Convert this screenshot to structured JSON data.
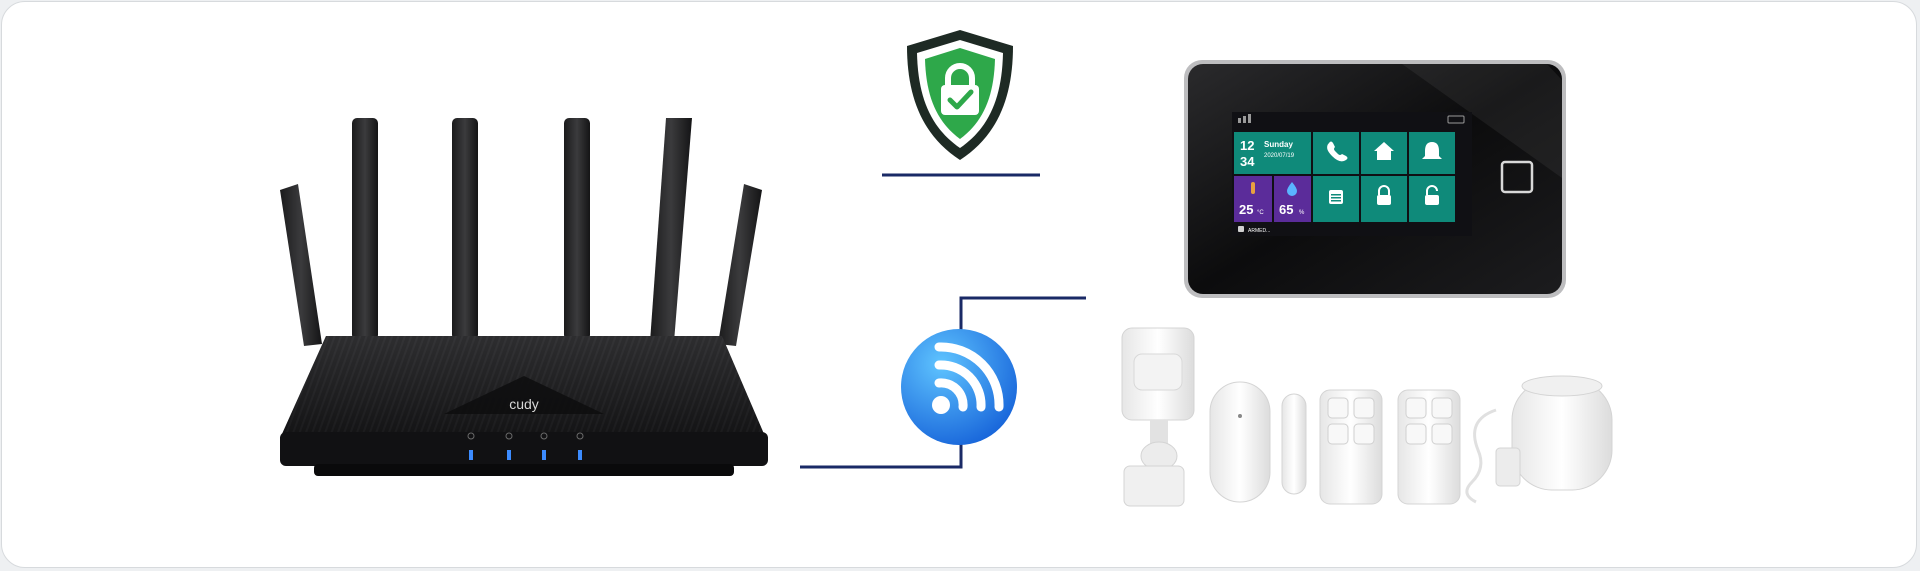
{
  "router": {
    "brand": "cudy"
  },
  "alarm_panel": {
    "time_hour": "12",
    "time_minute": "34",
    "day": "Sunday",
    "date": "2020/07/19",
    "temperature": "25",
    "temperature_unit": "°C",
    "humidity": "65",
    "humidity_unit": "%",
    "status_text": "ARMED..."
  },
  "icons": {
    "shield": "shield-lock-check-icon",
    "wireless": "wifi-signal-icon"
  },
  "colors": {
    "line": "#1a2a66",
    "shield_green": "#2ea84a",
    "wifi_blue": "#1e7fe0",
    "tile_teal": "#0f8a7a",
    "tile_purple": "#5b2c9a"
  }
}
